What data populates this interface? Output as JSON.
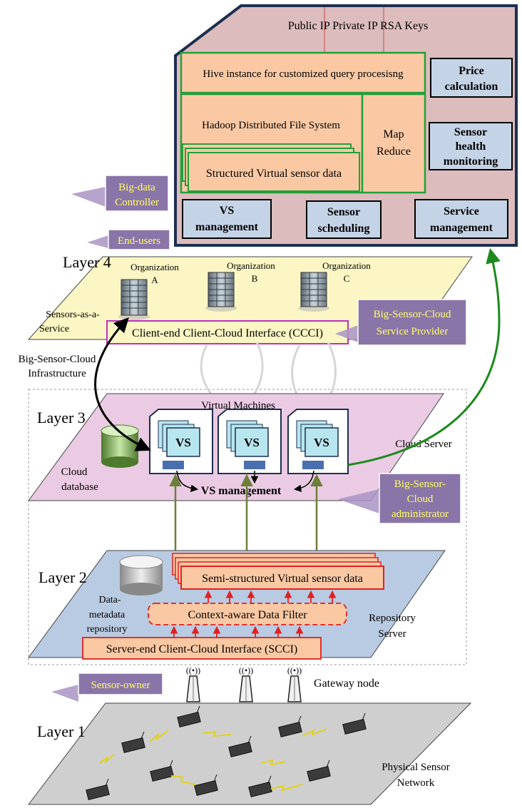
{
  "layers": {
    "layer4": "Layer 4",
    "layer3": "Layer 3",
    "layer2": "Layer 2",
    "layer1": "Layer 1"
  },
  "cloud_panel": {
    "keys_header": "Public IP Private IP RSA Keys",
    "hive": "Hive instance for customized query procesisng",
    "hdfs": "Hadoop Distributed File System",
    "structured_data": "Structured Virtual sensor data",
    "map_reduce_1": "Map",
    "map_reduce_2": "Reduce",
    "price_1": "Price",
    "price_2": "calculation",
    "health_1": "Sensor",
    "health_2": "health",
    "health_3": "monitoring",
    "vs_mgmt_1": "VS",
    "vs_mgmt_2": "management",
    "sched_1": "Sensor",
    "sched_2": "scheduling",
    "service_1": "Service",
    "service_2": "management"
  },
  "roles": {
    "bigdata_1": "Big-data",
    "bigdata_2": "Controller",
    "end_users": "End-users",
    "provider_1": "Big-Sensor-Cloud",
    "provider_2": "Service Provider",
    "admin_1": "Big-Sensor-",
    "admin_2": "Cloud",
    "admin_3": "administrator",
    "sensor_owner": "Sensor-owner"
  },
  "layer4": {
    "org_a_1": "Organization",
    "org_a_2": "A",
    "org_b_1": "Organization",
    "org_b_2": "B",
    "org_c_1": "Organization",
    "org_c_2": "C",
    "saas_1": "Sensors-as-a-",
    "saas_2": "Service",
    "ccci": "Client-end Client-Cloud Interface (CCCI)",
    "infra_1": "Big-Sensor-Cloud",
    "infra_2": "Infrastructure"
  },
  "layer3": {
    "vms": "Virtual Machines",
    "vs_label": "VS",
    "cloud_server": "Cloud Server",
    "cloud_db_1": "Cloud",
    "cloud_db_2": "database",
    "vs_management": "VS management"
  },
  "layer2": {
    "semi": "Semi-structured Virtual sensor data",
    "filter": "Context-aware Data Filter",
    "scci": "Server-end Client-Cloud Interface (SCCI)",
    "repo_1": "Data-",
    "repo_2": "metadata",
    "repo_3": "repository",
    "server_1": "Repository",
    "server_2": "Server"
  },
  "layer1": {
    "gateway": "Gateway node",
    "physical_1": "Physical Sensor",
    "physical_2": "Network"
  },
  "colors": {
    "cloud_panel": "#dcbcbc",
    "orange_box": "#fac9a4",
    "blue_box": "#c5d3e6",
    "role_box": "#8a75a8",
    "role_text": "#ffff66",
    "layer4_plane": "#fbf6c4",
    "layer3_plane": "#ebcbe3",
    "layer2_plane": "#b9cbe2",
    "layer1_plane": "#cfcfcf",
    "green_border": "#1f9f3a",
    "arrow_green": "#6b7f3a"
  }
}
